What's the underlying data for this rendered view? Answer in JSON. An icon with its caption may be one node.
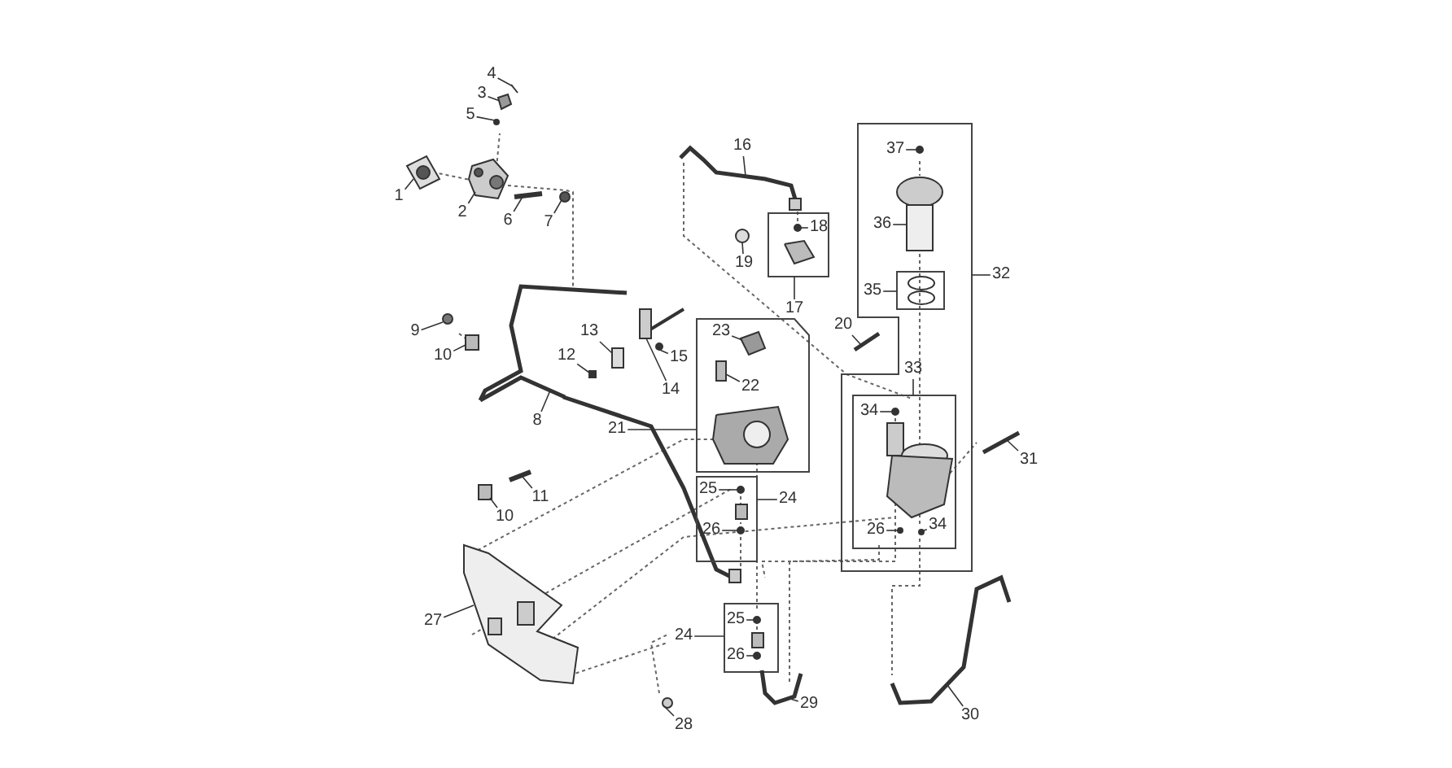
{
  "diagram": {
    "nodes": [
      {
        "text": [
          "4"
        ]
      },
      {
        "text": [
          "3"
        ]
      },
      {
        "text": [
          "5"
        ]
      },
      {
        "text": [
          "16"
        ]
      },
      {
        "text": [],
        "shape": "box"
      },
      {
        "text": [
          "37"
        ],
        "in": 4
      },
      {
        "text": [
          "1"
        ]
      },
      {
        "text": [
          "2"
        ]
      },
      {
        "text": [
          "6"
        ]
      },
      {
        "text": [
          "7"
        ]
      },
      {
        "text": [],
        "shape": "box"
      },
      {
        "text": [
          "18"
        ],
        "in": 10
      },
      {
        "text": [
          "36"
        ],
        "in": 4
      },
      {
        "text": [
          "19"
        ]
      },
      {
        "text": [],
        "shape": "box",
        "in": 4
      },
      {
        "text": [
          "35"
        ],
        "in": 4
      },
      {
        "text": [
          "32"
        ]
      },
      {
        "text": [
          "17"
        ]
      },
      {
        "text": [
          "9"
        ]
      },
      {
        "text": [
          "20"
        ]
      },
      {
        "text": [
          "10"
        ]
      },
      {
        "text": [
          "13"
        ]
      },
      {
        "text": [],
        "shape": "box"
      },
      {
        "text": [
          "23"
        ],
        "in": 22
      },
      {
        "text": [
          "15"
        ]
      },
      {
        "text": [
          "12"
        ]
      },
      {
        "text": [
          "33"
        ],
        "in": 4
      },
      {
        "text": [],
        "shape": "box",
        "in": 4
      },
      {
        "text": [
          "34"
        ],
        "in": 27
      },
      {
        "text": [
          "14"
        ]
      },
      {
        "text": [
          "22"
        ],
        "in": 22
      },
      {
        "text": [
          "21"
        ]
      },
      {
        "text": [
          "8"
        ]
      },
      {
        "text": [
          "31"
        ]
      },
      {
        "text": [],
        "shape": "box"
      },
      {
        "text": [
          "25"
        ],
        "in": 34
      },
      {
        "text": [
          "24"
        ]
      },
      {
        "text": [
          "11"
        ]
      },
      {
        "text": [
          "10"
        ]
      },
      {
        "text": [
          "26"
        ],
        "in": 34
      },
      {
        "text": [
          "26"
        ],
        "in": 27
      },
      {
        "text": [
          "34"
        ],
        "in": 27
      },
      {
        "text": [],
        "shape": "box"
      },
      {
        "text": [
          "25"
        ],
        "in": 42
      },
      {
        "text": [
          "24"
        ]
      },
      {
        "text": [
          "27"
        ]
      },
      {
        "text": [
          "26"
        ],
        "in": 42
      },
      {
        "text": [
          "29"
        ]
      },
      {
        "text": [
          "30"
        ]
      },
      {
        "text": [
          "28"
        ]
      },
      {
        "text": [],
        "shape": "picture"
      },
      {
        "text": [],
        "shape": "picture"
      },
      {
        "text": [],
        "shape": "circle"
      },
      {
        "text": [],
        "shape": "picture"
      },
      {
        "text": [],
        "shape": "circle",
        "in": 4
      },
      {
        "text": [],
        "shape": "picture"
      },
      {
        "text": [],
        "shape": "picture"
      },
      {
        "text": [],
        "shape": "picture"
      },
      {
        "text": [],
        "shape": "circle"
      },
      {
        "text": [],
        "shape": "circle",
        "in": 10
      },
      {
        "text": [],
        "shape": "picture",
        "in": 4
      },
      {
        "text": [],
        "shape": "circle"
      },
      {
        "text": [],
        "shape": "circle"
      },
      {
        "text": [],
        "shape": "picture"
      },
      {
        "text": [],
        "shape": "box"
      },
      {
        "text": [],
        "shape": "box"
      },
      {
        "text": [],
        "shape": "picture",
        "in": 22
      },
      {
        "text": [],
        "shape": "circle"
      },
      {
        "text": [],
        "shape": "box"
      },
      {
        "text": [],
        "shape": "circle",
        "in": 27
      },
      {
        "text": [],
        "shape": "box"
      },
      {
        "text": [],
        "shape": "box",
        "in": 22
      },
      {
        "text": [],
        "shape": "picture"
      },
      {
        "text": [],
        "shape": "picture"
      },
      {
        "text": [],
        "shape": "circle",
        "in": 34
      },
      {
        "text": [],
        "shape": "picture"
      },
      {
        "text": [],
        "shape": "box"
      },
      {
        "text": [],
        "shape": "circle",
        "in": 34
      },
      {
        "text": [],
        "shape": "circle",
        "in": 27
      },
      {
        "text": [],
        "shape": "circle",
        "in": 27
      },
      {
        "text": [],
        "shape": "circle",
        "in": 42
      },
      {
        "text": [],
        "shape": "picture"
      },
      {
        "text": [],
        "shape": "circle",
        "in": 42
      },
      {
        "text": [],
        "shape": "picture"
      },
      {
        "text": [],
        "shape": "picture"
      },
      {
        "text": [],
        "shape": "circle"
      }
    ],
    "edges": [
      {
        "from": 0,
        "to": 50,
        "arrow": "none"
      },
      {
        "from": 1,
        "to": 51,
        "arrow": "none"
      },
      {
        "from": 2,
        "to": 52,
        "arrow": "none"
      },
      {
        "from": 3,
        "to": 53,
        "arrow": "none"
      },
      {
        "from": 5,
        "to": 54,
        "arrow": "none"
      },
      {
        "from": 6,
        "to": 55,
        "arrow": "none"
      },
      {
        "from": 7,
        "to": 56,
        "arrow": "none"
      },
      {
        "from": 8,
        "to": 57,
        "arrow": "none"
      },
      {
        "from": 9,
        "to": 58,
        "arrow": "none"
      },
      {
        "from": 11,
        "to": 59,
        "arrow": "none"
      },
      {
        "from": 12,
        "to": 60,
        "arrow": "none"
      },
      {
        "from": 13,
        "to": 61,
        "arrow": "none"
      },
      {
        "from": 15,
        "to": 14,
        "arrow": "none"
      },
      {
        "from": 16,
        "to": 4,
        "arrow": "none"
      },
      {
        "from": 17,
        "to": 10,
        "arrow": "none"
      },
      {
        "from": 18,
        "to": 62,
        "arrow": "none"
      },
      {
        "from": 19,
        "to": 63,
        "arrow": "none"
      },
      {
        "from": 20,
        "to": 64,
        "arrow": "none"
      },
      {
        "from": 21,
        "to": 65,
        "arrow": "none"
      },
      {
        "from": 23,
        "to": 66,
        "arrow": "none"
      },
      {
        "from": 24,
        "to": 67,
        "arrow": "none"
      },
      {
        "from": 25,
        "to": 68,
        "arrow": "none"
      },
      {
        "from": 26,
        "to": 27,
        "arrow": "none"
      },
      {
        "from": 28,
        "to": 69,
        "arrow": "none"
      },
      {
        "from": 29,
        "to": 70,
        "arrow": "none"
      },
      {
        "from": 30,
        "to": 71,
        "arrow": "none"
      },
      {
        "from": 31,
        "to": 22,
        "arrow": "none"
      },
      {
        "from": 32,
        "to": 72,
        "arrow": "none"
      },
      {
        "from": 33,
        "to": 73,
        "arrow": "none"
      },
      {
        "from": 35,
        "to": 74,
        "arrow": "none"
      },
      {
        "from": 36,
        "to": 34,
        "arrow": "none"
      },
      {
        "from": 37,
        "to": 75,
        "arrow": "none"
      },
      {
        "from": 38,
        "to": 76,
        "arrow": "none"
      },
      {
        "from": 39,
        "to": 77,
        "arrow": "none"
      },
      {
        "from": 40,
        "to": 78,
        "arrow": "none"
      },
      {
        "from": 41,
        "to": 79,
        "arrow": "none"
      },
      {
        "from": 43,
        "to": 80,
        "arrow": "none"
      },
      {
        "from": 44,
        "to": 42,
        "arrow": "none"
      },
      {
        "from": 45,
        "to": 81,
        "arrow": "none"
      },
      {
        "from": 46,
        "to": 82,
        "arrow": "none"
      },
      {
        "from": 47,
        "to": 83,
        "arrow": "none"
      },
      {
        "from": 48,
        "to": 84,
        "arrow": "none"
      },
      {
        "from": 49,
        "to": 85,
        "arrow": "none"
      }
    ]
  }
}
